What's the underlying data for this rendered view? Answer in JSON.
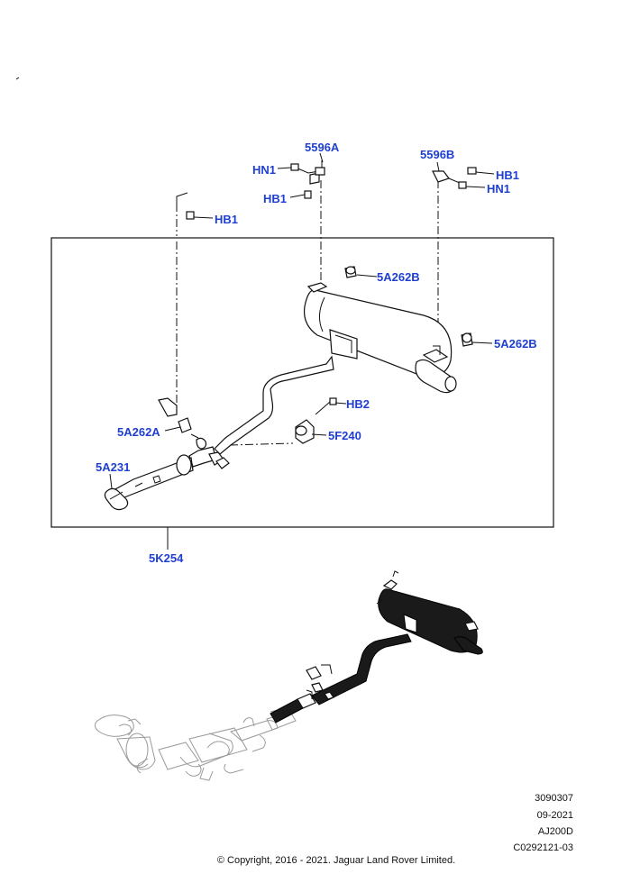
{
  "callouts": {
    "c5596A": "5596A",
    "c5596B": "5596B",
    "hn1_left": "HN1",
    "hb1_left_top": "HB1",
    "hb1_far_left": "HB1",
    "hb1_right": "HB1",
    "hn1_right": "HN1",
    "c5A262B_top": "5A262B",
    "c5A262B_right": "5A262B",
    "hb2": "HB2",
    "c5F240": "5F240",
    "c5A262A": "5A262A",
    "c5A231": "5A231",
    "c5K254": "5K254"
  },
  "meta": {
    "code1": "3090307",
    "date": "09-2021",
    "engine": "AJ200D",
    "ref": "C0292121-03"
  },
  "copyright": "© Copyright, 2016 - 2021. Jaguar Land Rover Limited."
}
